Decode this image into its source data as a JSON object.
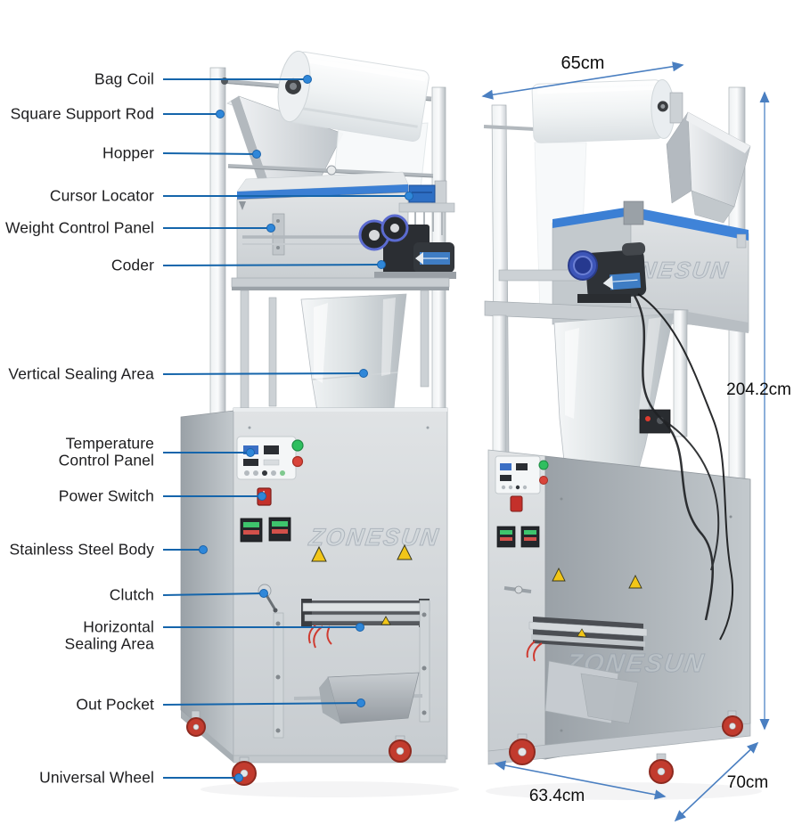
{
  "figure_type": "packaging-machine annotated diagram, front view and side view",
  "brand_watermark": "ZONESUN",
  "callouts": [
    {
      "label": "Bag Coil"
    },
    {
      "label": "Square Support Rod"
    },
    {
      "label": "Hopper"
    },
    {
      "label": "Cursor Locator"
    },
    {
      "label": "Weight Control Panel"
    },
    {
      "label": "Coder"
    },
    {
      "label": "Vertical Sealing Area"
    },
    {
      "label": "Temperature Control Panel"
    },
    {
      "label": "Power Switch"
    },
    {
      "label": "Stainless Steel Body"
    },
    {
      "label": "Clutch"
    },
    {
      "label": "Horizontal Sealing Area"
    },
    {
      "label": "Out Pocket"
    },
    {
      "label": "Universal Wheel"
    }
  ],
  "dimensions": {
    "roll_width": "65cm",
    "machine_height": "204.2cm",
    "base_width": "63.4cm",
    "base_depth": "70cm"
  },
  "colors": {
    "leader_line": "#1565ab",
    "leader_dot": "#2f87d9",
    "dimension_arrow": "#4a7fc1",
    "accent_stripe": "#3b7fd4",
    "wheel_red": "#c23b2e",
    "label_text": "#1d1d1f"
  }
}
